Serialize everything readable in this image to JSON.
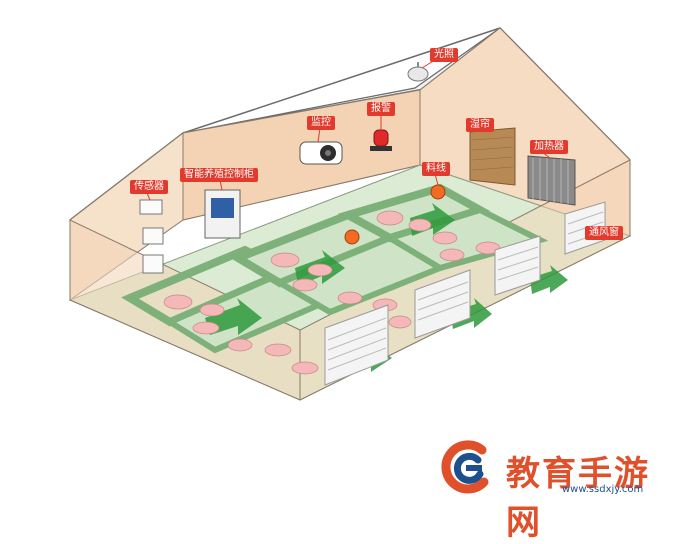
{
  "labels": {
    "light": "光照",
    "monitor": "监控",
    "alarm": "报警",
    "wet_curtain": "湿帘",
    "heater": "加热器",
    "sensor": "传感器",
    "controller": "智能养殖控制柜",
    "feeder": "料线",
    "vent_window": "通风窗"
  },
  "watermark": {
    "title": "教育手游网",
    "url": "www.ssdxjy.com"
  },
  "colors": {
    "label_bg": "#e23b2e",
    "wall": "#f3d3b4",
    "floor": "#dcebd4",
    "pen_wall": "#9ec49a",
    "arrow": "#2e9a3c",
    "watermark_orange": "#e0502a",
    "watermark_blue": "#1e4f8f"
  }
}
